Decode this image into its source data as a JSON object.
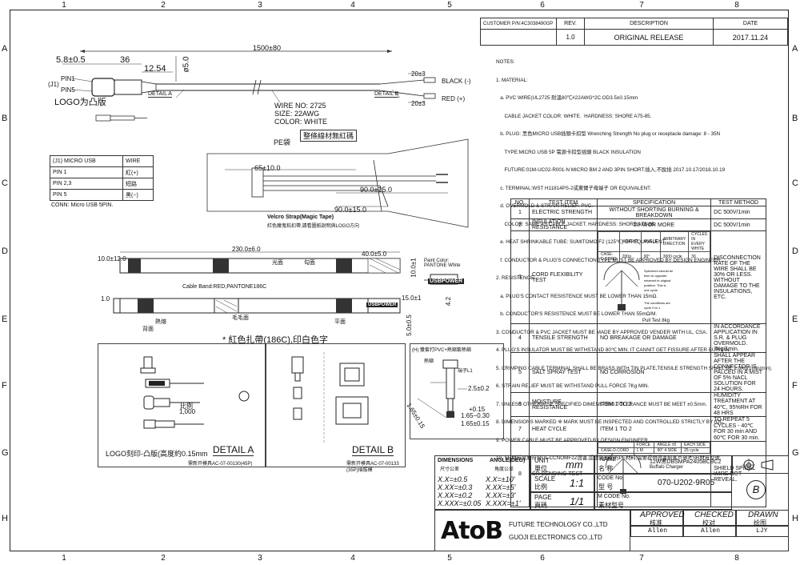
{
  "zones": {
    "columns": [
      "1",
      "2",
      "3",
      "4",
      "5",
      "6",
      "7",
      "8"
    ],
    "rows": [
      "A",
      "B",
      "C",
      "D",
      "E",
      "F",
      "G",
      "H"
    ]
  },
  "header": {
    "customer_label": "CUSTOMER P/N:4C3038490GP",
    "rev_label": "REV.",
    "desc_label": "DESCRIPTION",
    "date_label": "DATE",
    "rev": "1.0",
    "description": "ORIGINAL RELEASE",
    "date": "2017.11.24"
  },
  "notes": {
    "title": "NOTES:",
    "lines": [
      "1. MATERIAL:",
      "   a. PVC WIRE(UL2725 耐溫80℃#22AWG*2C.OD3.5±0.15mm",
      "      CABLE JACKET COLOR: WHITE.  HARDNESS: SHORE A75-85.",
      "   b. PLUG: 黑色MICRO USB插頭卡扣型 Wrenching Strength No plug or receptacle damage: 8 - 35N",
      "      TYPE:MICRO USB 5P 電源卡扣型插頭 BLACK INSULATION",
      "      FUTURE:01M-UC02-R001-N MICRO BM 2 AND 3PIN SHORT.插入,不脫插 2017.10.17/2018.10.19",
      "   c. TERMINAL:WST H11814PS-2或東爾子母端子 OR EQUIVALENT.",
      "   d. OVERMOLD & STRAIN RELIEF: PVC.",
      "      COLOR: SAME AS CABLE JACKET. HARDNESS: SHORE A75-85.",
      "   e. HEAT SHRINKABLE TUBE: SUMITOMO F2 (125℃) OR EQUIVALENT.",
      "   f. CONDUCTOR & PLUG'S CONNECTION TYPE MUST BE APPROVED BY DESIGN ENGINEER.",
      "2. RESISTENCE:",
      "   a. PLUG'S CONTACT RESISTENCE MUST BE LOWER THAN 15mΩ.",
      "   b. CONDUCTOR'S RESISTENCE MUST BE LOWER THAN 55mΩ/M.",
      "3. CONDUCTOR & PVC JACKET MUST BE MADE BY APPROVED VENDER WITH UL, CSA.",
      "4. PLUG'S INSULATOR MUST BE WITHSTAND 80℃ MIN. IT CANNIT GET FISSURE AFTER BURN IN.",
      "5. CRIMPING CABLE TERMINAL SHALL BE BRASS WITH TIN PLATE,TENSILE STRENGTH SHALL BE 2.0Kg(1min/min).",
      "6. STRAIN RELIEF MUST BE WITHSTAND PULL FORCE 7Kg MIN.",
      "7. UNLESS OTHERWISE SPECIFIED DIMENSIONS TOLERANCE MUST BE MEET ±0.5mm.",
      "8. DIMENSIONS MARKED ※ MARK MUST BE INSPECTED AND CONTROLLED STRICTLY BY IQC.",
      "9. POWER CABLE MUST BE APPROVED BY DESIGN ENGINEER.",
      "10. SR材質需要符合UL CCNOMF2Z證書,認證與規範的PE材料,需要提供證書給客戶參考SR材質型號."
    ]
  },
  "test_table": {
    "headers": [
      "NO.",
      "TEST ITEM",
      "SPECIFICATION",
      "TEST METHOD"
    ],
    "rows": [
      {
        "no": "1",
        "item": "ELECTRIC STRENGTH",
        "spec": "WITHOUT SHORTING BURNING & BREAKDOWN",
        "method": "DC 500V/1min"
      },
      {
        "no": "2",
        "item": "INSULATION RESISTANCE",
        "spec": "20 M/OR MORE",
        "method": "DC 500V/1min"
      },
      {
        "no": "3",
        "item": "CORD FLEXIBILITY TEST",
        "spec": "",
        "method": "DISCONNECTION RATE OF THE WIRE SHALL BE 30% OR LESS. WITHOUT DAMAGE TO THE INSULATIONS, ETC."
      },
      {
        "no": "4",
        "item": "TENSILE STRENGTH",
        "spec": "NO BREAKAGE OR DAMAGE",
        "method": "IN ACCORDANCE APPLICATION IN S.R. & PLUG OVERMOLD. 7Kg/1min."
      },
      {
        "no": "5",
        "item": "SALT SPRAY TEST",
        "spec": "NO CORROSION",
        "method": "SHALL APPEAR AFTER THE CONNECTOR IS PALCED IN A MIST OF 5% NACL SOLUTION FOR 24 HOURS."
      },
      {
        "no": "6",
        "item": "MOISTURE RESISTANCE",
        "spec": "ITEM 1 TO 2",
        "method": "HUMIDITY TREATMENT AT 40℃, 95%RH FOR 48 HRS"
      },
      {
        "no": "7",
        "item": "HEAT CYCLE",
        "spec": "ITEM 1 TO 2",
        "method": "TO REPEAT 5 CYCLES - 40℃ FOR 30 min AND 60℃ FOR 30 min."
      },
      {
        "no": "8",
        "item": "SR BENDING TEST",
        "spec": "",
        "method": "SHIELD SPIRAL WIRE NOT REVEAL."
      }
    ],
    "flex_cols": [
      "WEIGHT",
      "ANGLE",
      "ARBITRARY DIRECTION",
      "CYCLES IN EVERY WHITE"
    ],
    "flex_row": [
      "CASE-D.CORD",
      "200g",
      "90°",
      "3000 cycle",
      "30"
    ],
    "flex_caption": "Pull Test 8kg",
    "flex_note": "The conditions are cycle 0 to 1 in one direction",
    "bend_cols": [
      "FORCE",
      "ANGLE ±0",
      "EACH SIDE"
    ],
    "bend_row": [
      "CASE-D.CORD",
      "1 M",
      "90° 4 SIDE",
      "25 cycle"
    ]
  },
  "drawing": {
    "length_dim": "1500±80",
    "dim_58": "5.8±0.5",
    "dim_36": "36",
    "dim_1254": "12.54",
    "dim_phi5": "ø5.0",
    "pin1": "PIN1",
    "pin5": "PIN5",
    "j1": "(J1)",
    "logo_note": "LOGO为凸版",
    "detail_a_tag": "DETAIL A",
    "detail_b_tag": "DETAIL B",
    "wire_info": [
      "WIRE NO: 2725",
      "SIZE: 22AWG",
      "COLOR: WHITE"
    ],
    "black_label": "BLACK (-)",
    "red_label": "RED (+)",
    "dim_20a": "20±3",
    "dim_20b": "20±3",
    "pin_table_headers": [
      "(J1) MICRO USB",
      "WIRE"
    ],
    "pin_table_rows": [
      [
        "PIN 1",
        "紅(+)"
      ],
      [
        "PIN 2,3",
        "短路"
      ],
      [
        "PIN 5",
        "黑(−)"
      ]
    ],
    "conn_note": "CONN: Micro USB 5PIN.",
    "bundle_title": "整條線材無紅碼",
    "pe_bag": "PE袋",
    "dim_65": "65±10.0",
    "dim_90a": "90.0±15.0",
    "dim_90b": "90.0±15.0",
    "velcro": "Velcro Strap(Magic Tape)",
    "velcro_note": "紅色魔鬼粘扣帶,請看圖紙說明與LOGO方向",
    "band_dim_230": "230.0±6.0",
    "band_dim_10": "10.0±12.0",
    "band_dim_40": "40.0±5.0",
    "band_dim_10b": "10.0±1",
    "band_dim_15": "15.0±1",
    "band_dim_1": "1.0",
    "band_dim_5": "5.0±0.5",
    "band_dim_42": "4.2",
    "band_label": "Cable Band:RED,PANTONE186C",
    "paint_label": "Paint Color: PANTONE White",
    "band_text": "USBPOWER",
    "cn_hair": "毛毛面",
    "cn_smooth": "光面",
    "cn_hook": "勾面",
    "cn_back": "背面",
    "cn_flat": "平面",
    "cn_hot": "熱熔",
    "red_band_note": "* 紅色扎帶(186C),印白色字",
    "detail_a_scale": [
      "比例",
      "1,000"
    ],
    "logo_print": "LOGO刻印-凸版(高度約0.15mm",
    "detail_a_title": "DETAIL  A",
    "detail_a_mold": "需新开模具AC-07-00130(45P)",
    "detail_b_title": "DETAIL  B",
    "detail_b_mold": "需新开模具AC-07-00133",
    "detail_b_pins": "(35P)插拔模",
    "heat_title": "(H) 雙套打PVC+熱縮套熱縮",
    "heat_sub": "熱縮",
    "heat_d1": "2.5±0.2",
    "heat_d2": "+0.15",
    "heat_d3": "1.65−0.30",
    "heat_d4": "1.65±0.15",
    "heat_d5": "1.65±0.15",
    "heat_label_top": "熱縮",
    "heat_label_side": "端子L1"
  },
  "title_block": {
    "dimensions": "DIMENSIONS",
    "dimensions_cn": "尺寸公差",
    "angle": "ANGLE(DEG)",
    "angle_cn": "角度公差",
    "tolerances": [
      "X.X=±0.5",
      "X.XX=±0.3",
      "X.XX=±0.2",
      "X.XXX=±0.05"
    ],
    "angle_tols": [
      "X.X=±10'",
      "X.XX=±5'",
      "X.XX=±3'",
      "X.XXX=±1'"
    ],
    "unit_label": "UNIT",
    "unit_cn": "單位",
    "unit": "mm",
    "scale_label": "SCALE",
    "scale_cn": "比例",
    "scale": "1:1",
    "page_label": "PAGE",
    "page_cn": "頁碼",
    "page": "1/1",
    "name_label": "NAME",
    "name_cn": "名  称",
    "product_name": "12W黑DBSMPA2405BCBC2",
    "product_sub": "Buffalo Charger",
    "code_label": "CODE No.",
    "code_cn": "型  号",
    "code": "070-U202-9R05",
    "mcode_label": "M CODE No.",
    "mcode_cn": "素材型号",
    "rev_circle": "B",
    "approved": "APPROVED",
    "approved_cn": "核准",
    "checked": "CHECKED",
    "checked_cn": "校对",
    "drawn": "DRAWN",
    "drawn_cn": "绘图",
    "approved_by": "Allen",
    "checked_by": "Allen",
    "drawn_by": "LJY",
    "company_logo": "AtoB",
    "company1": "FUTURE TECHNOLOGY CO.,LTD",
    "company2": "GUOJI ELECTRONICS CO.,LTD"
  }
}
